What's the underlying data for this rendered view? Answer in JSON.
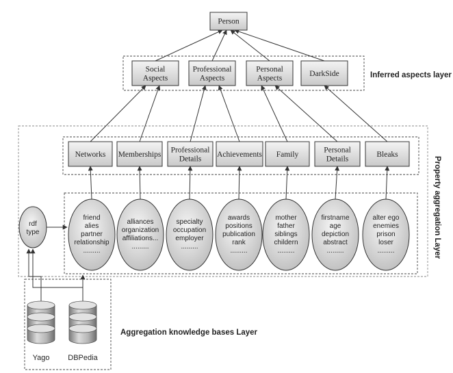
{
  "root": {
    "label": "Person"
  },
  "inferred_layer": {
    "label": "Inferred aspects layer",
    "aspects": [
      {
        "lines": [
          "Social",
          "Aspects"
        ]
      },
      {
        "lines": [
          "Professional",
          "Aspects"
        ]
      },
      {
        "lines": [
          "Personal",
          "Aspects"
        ]
      },
      {
        "lines": [
          "DarkSide"
        ]
      }
    ]
  },
  "property_layer": {
    "label": "Property aggregation Layer",
    "categories": [
      {
        "lines": [
          "Networks"
        ]
      },
      {
        "lines": [
          "Memberships"
        ]
      },
      {
        "lines": [
          "Professional",
          "Details"
        ]
      },
      {
        "lines": [
          "Achievements"
        ]
      },
      {
        "lines": [
          "Family"
        ]
      },
      {
        "lines": [
          "Personal",
          "Details"
        ]
      },
      {
        "lines": [
          "Bleaks"
        ]
      }
    ],
    "rdf": {
      "lines": [
        "rdf",
        "type"
      ]
    },
    "property_groups": [
      {
        "lines": [
          "friend",
          "alies",
          "partner",
          "relationship",
          "........."
        ]
      },
      {
        "lines": [
          "alliances",
          "organization",
          "affiliations...",
          "........."
        ]
      },
      {
        "lines": [
          "specialty",
          "occupation",
          "employer",
          "........."
        ]
      },
      {
        "lines": [
          "awards",
          "positions",
          "publication",
          "rank",
          "........."
        ]
      },
      {
        "lines": [
          "mother",
          "father",
          "siblings",
          "childern",
          "........."
        ]
      },
      {
        "lines": [
          "firstname",
          "age",
          "depiction",
          "abstract",
          "........."
        ]
      },
      {
        "lines": [
          "alter ego",
          "enemies",
          "prison",
          "loser",
          "........."
        ]
      }
    ]
  },
  "kb_layer": {
    "label": "Aggregation knowledge bases Layer",
    "databases": [
      {
        "label": "Yago"
      },
      {
        "label": "DBPedia"
      }
    ]
  }
}
